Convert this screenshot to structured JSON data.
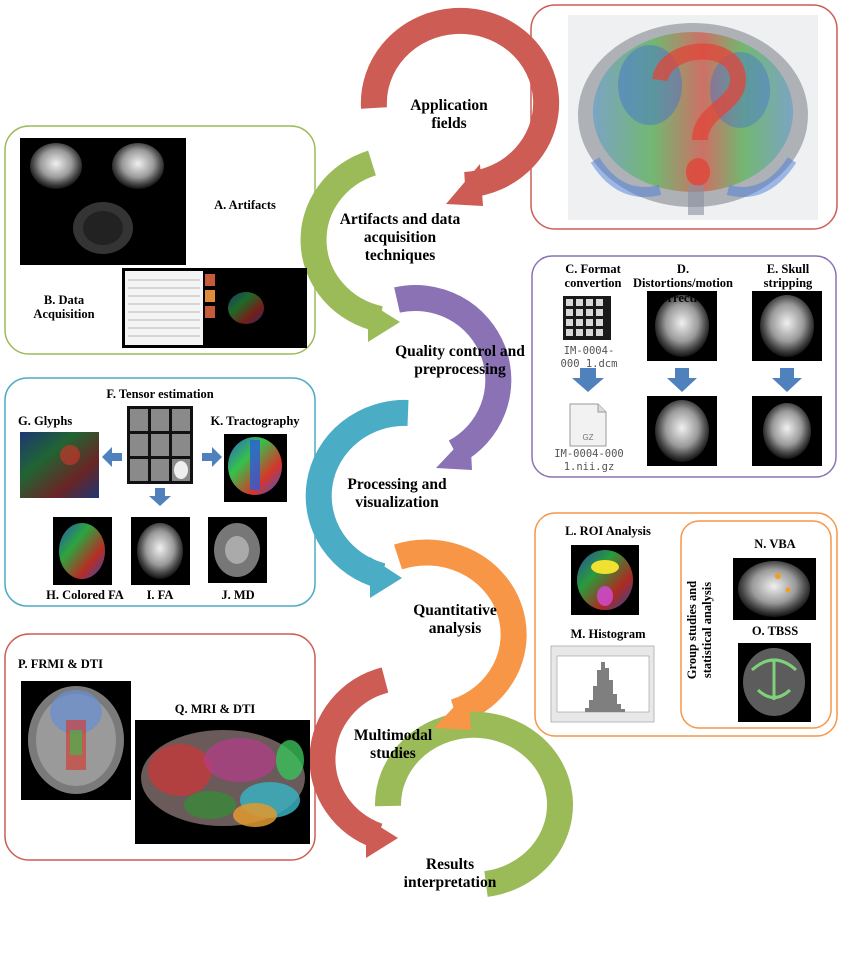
{
  "steps": {
    "application": "Application fields",
    "artifacts": "Artifacts and data acquisition techniques",
    "quality": "Quality control and preprocessing",
    "processing": "Processing and visualization",
    "quantitative": "Quantitative analysis",
    "multimodal": "Multimodal studies",
    "results": "Results interpretation"
  },
  "panels": {
    "artifacts": "A. Artifacts",
    "acquisition": "B. Data Acquisition",
    "format": "C. Format convertion",
    "distortions": "D. Distortions/motion correction",
    "skull": "E. Skull stripping",
    "tensor": "F. Tensor estimation",
    "glyphs": "G. Glyphs",
    "colored_fa": "H. Colored FA",
    "fa": "I. FA",
    "md": "J. MD",
    "tractography": "K. Tractography",
    "roi": "L. ROI Analysis",
    "histogram": "M. Histogram",
    "vba": "N. VBA",
    "tbss": "O. TBSS",
    "fmri_dti": "P. FRMI & DTI",
    "mri_dti": "Q. MRI & DTI",
    "group": "Group studies and statistical analysis"
  },
  "files": {
    "dcm": "IM-0004-000 1.dcm",
    "nii": "IM-0004-000 1.nii.gz",
    "gz_badge": "GZ"
  },
  "colors": {
    "red": "#cd5c55",
    "green": "#9bbb59",
    "purple": "#8a72b4",
    "blue": "#4bacc6",
    "orange": "#f79646",
    "arrow_blue": "#4f81bd"
  }
}
